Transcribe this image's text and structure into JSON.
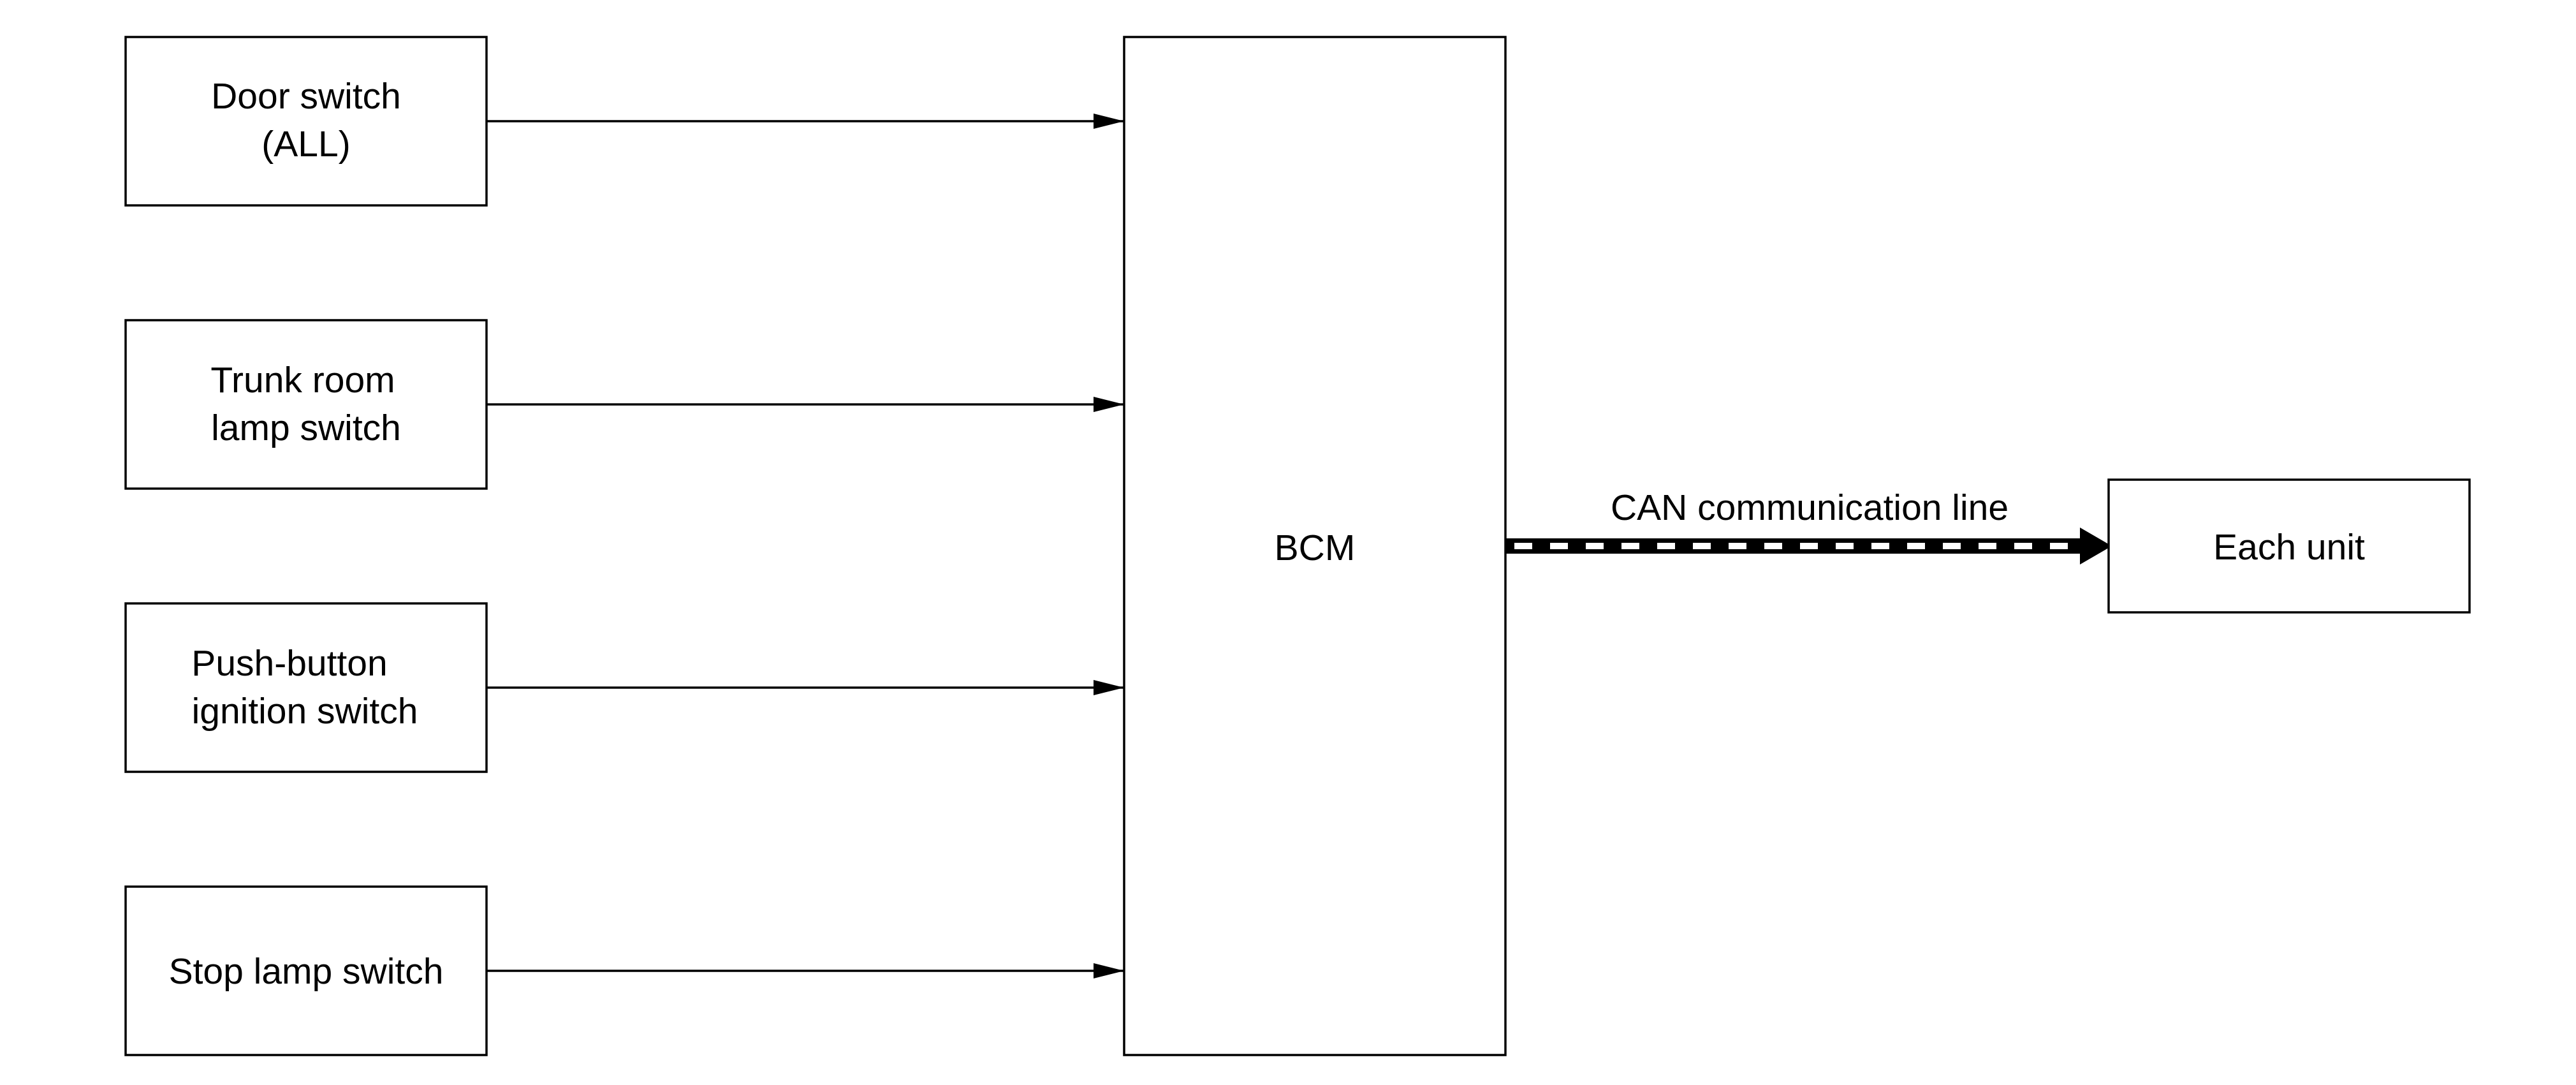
{
  "diagram": {
    "inputs": [
      {
        "line1": "Door switch",
        "line2": "(ALL)"
      },
      {
        "line1": "Trunk room",
        "line2": "lamp switch"
      },
      {
        "line1": "Push-button",
        "line2": "ignition switch"
      },
      {
        "line1": "Stop lamp switch",
        "line2": ""
      }
    ],
    "center": {
      "label": "BCM"
    },
    "output": {
      "label": "Each unit"
    },
    "link": {
      "label": "CAN communication line"
    }
  }
}
